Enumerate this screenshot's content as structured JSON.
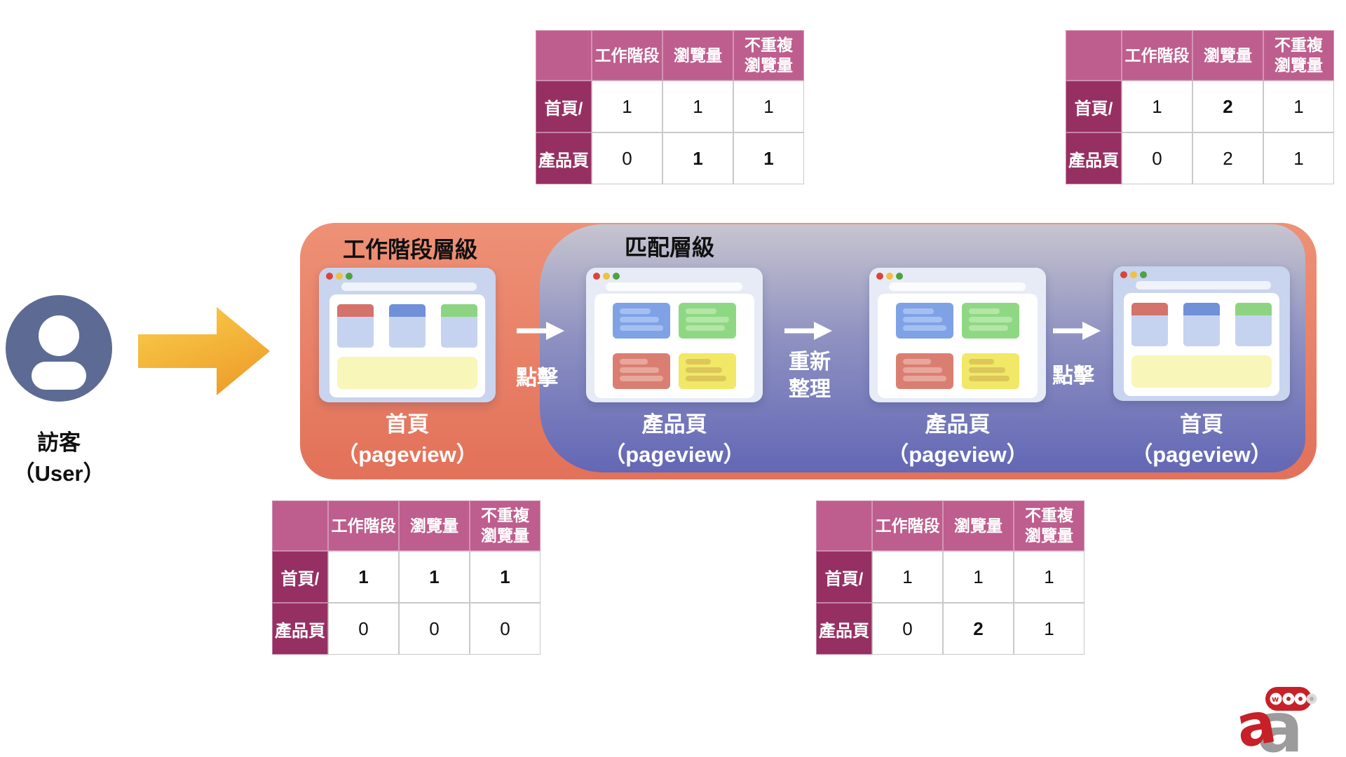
{
  "page": {
    "background": "#FFFFFF"
  },
  "visitor": {
    "icon": "user-icon",
    "label": "訪客\n（User）"
  },
  "flow": {
    "session_level_label": "工作階段層級",
    "hit_level_label": "匹配層級",
    "windows": [
      {
        "title": "首頁",
        "subtitle": "（pageview）",
        "type": "homepage"
      },
      {
        "title": "產品頁",
        "subtitle": "（pageview）",
        "type": "product"
      },
      {
        "title": "產品頁",
        "subtitle": "（pageview）",
        "type": "product"
      },
      {
        "title": "首頁",
        "subtitle": "（pageview）",
        "type": "homepage"
      }
    ],
    "transitions": [
      {
        "label": "點擊"
      },
      {
        "label": "重新\n整理"
      },
      {
        "label": "點擊"
      }
    ]
  },
  "tables": {
    "col_headers": [
      "工作階段",
      "瀏覽量",
      "不重複\n瀏覽量"
    ],
    "row_headers": [
      "首頁/",
      "產品頁"
    ],
    "top_left": {
      "values": [
        [
          "1",
          "1",
          "1"
        ],
        [
          "0",
          "1",
          "1"
        ]
      ],
      "bold_cells": [
        [
          1,
          1
        ],
        [
          1,
          2
        ]
      ]
    },
    "top_right": {
      "values": [
        [
          "1",
          "2",
          "1"
        ],
        [
          "0",
          "2",
          "1"
        ]
      ],
      "bold_cells": [
        [
          0,
          1
        ]
      ]
    },
    "bottom_left": {
      "values": [
        [
          "1",
          "1",
          "1"
        ],
        [
          "0",
          "0",
          "0"
        ]
      ],
      "bold_cells": [
        [
          0,
          0
        ],
        [
          0,
          1
        ],
        [
          0,
          2
        ]
      ]
    },
    "bottom_right": {
      "values": [
        [
          "1",
          "1",
          "1"
        ],
        [
          "0",
          "2",
          "1"
        ]
      ],
      "bold_cells": [
        [
          1,
          1
        ]
      ]
    }
  },
  "logo": {
    "name": "awoo",
    "red": "#C72028",
    "gray": "#9C9C9C"
  },
  "colors": {
    "table_header_bg": "#BE5E8E",
    "table_row_label_bg": "#963062",
    "session_container_top": "#EE9176",
    "session_container_bottom": "#E27159",
    "hit_container_top": "#C7C5D0",
    "hit_container_bottom": "#6367B5",
    "visitor_icon": "#5D6B94",
    "flow_arrow_yellow": "#F9CF4B",
    "flow_arrow_orange": "#EFA02D"
  }
}
